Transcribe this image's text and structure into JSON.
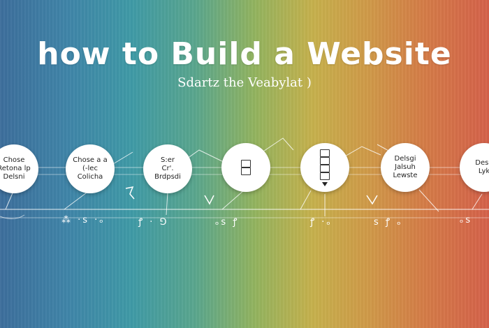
{
  "header": {
    "title": "how to Build a Website",
    "subtitle": "Sdartz the Veabylat )"
  },
  "steps": [
    {
      "lines": [
        "Chose",
        "Retona lp",
        "Delsni"
      ]
    },
    {
      "lines": [
        "Chose a a",
        "(-lec",
        "Colicha"
      ]
    },
    {
      "lines": [
        "S:er",
        "Cr'.",
        "Brdpsdi"
      ]
    },
    {
      "lines": [
        "",
        "",
        ""
      ]
    },
    {
      "lines": [
        "",
        "",
        ""
      ]
    },
    {
      "lines": [
        "Delsgi",
        "Jalsuh",
        "Lewste"
      ]
    },
    {
      "lines": [
        "Desu",
        "Lyk"
      ]
    }
  ],
  "colors": {
    "gradient_start": "#3d6e9c",
    "gradient_end": "#d4614a",
    "circle": "#ffffff",
    "text_light": "#ffffff"
  }
}
